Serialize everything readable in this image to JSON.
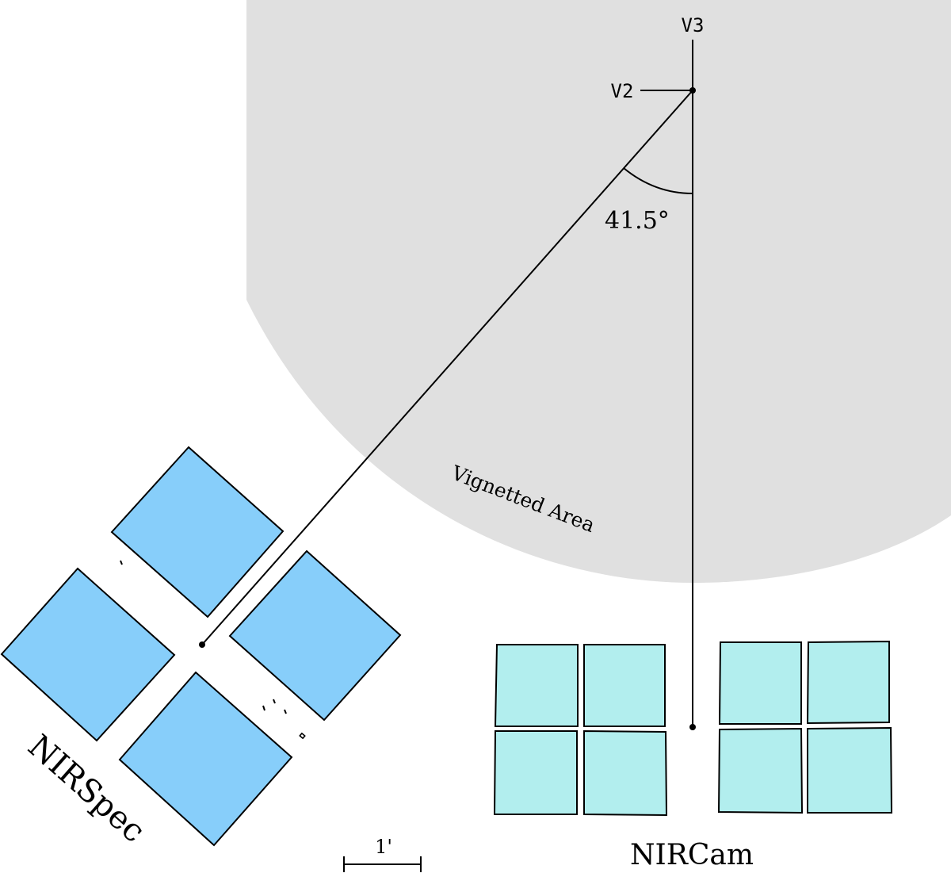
{
  "labels": {
    "v3_axis": "V3",
    "v2_axis": "V2",
    "angle": "41.5°",
    "vignetted": "Vignetted Area",
    "nirspec": "NIRSpec",
    "nircam": "NIRCam",
    "scale": "1'"
  },
  "colors": {
    "vignetted_fill": "#e0e0e0",
    "nirspec_fill": "#87cefa",
    "nircam_fill": "#b2eeee",
    "stroke": "#000000"
  }
}
